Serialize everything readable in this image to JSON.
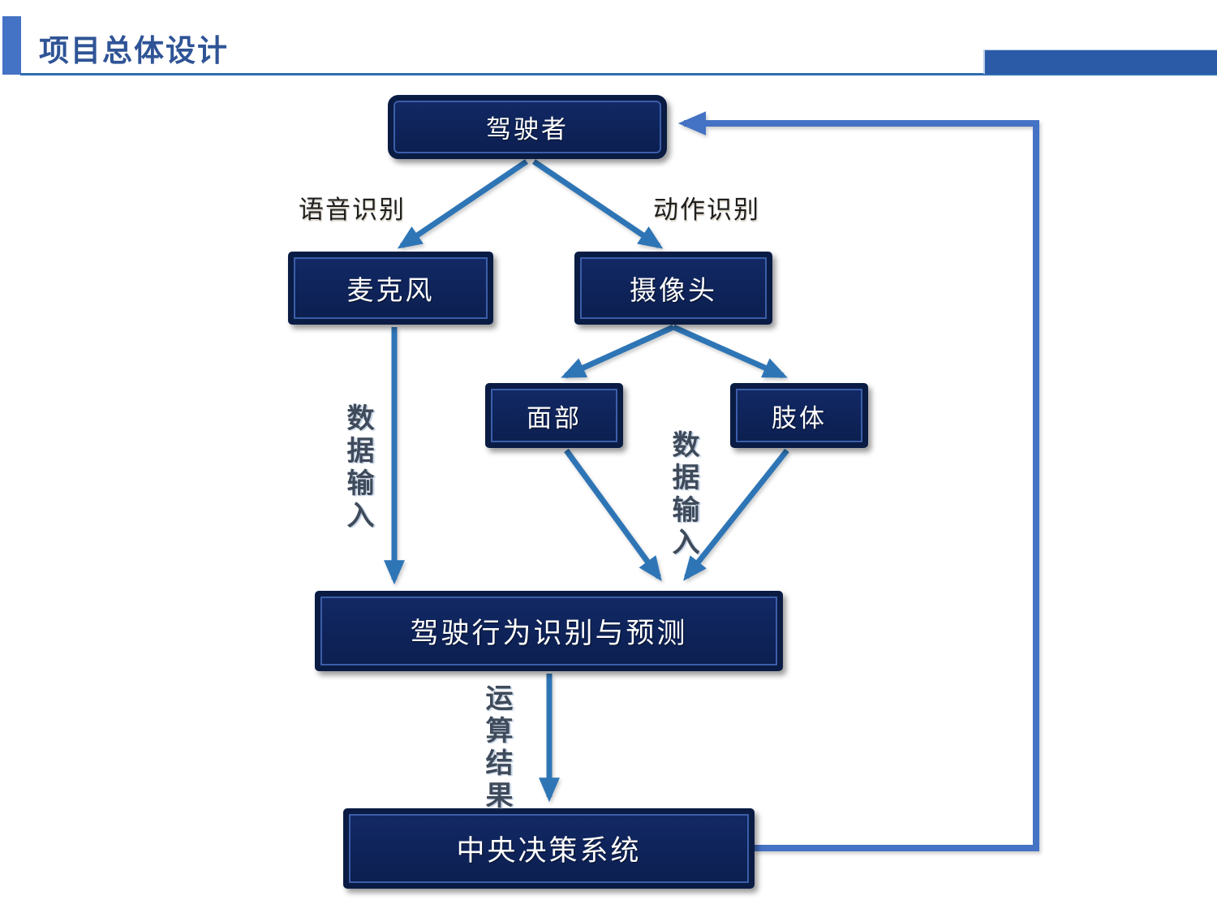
{
  "page": {
    "title": "项目总体设计"
  },
  "diagram": {
    "nodes": {
      "driver": {
        "label": "驾驶者"
      },
      "microphone": {
        "label": "麦克风"
      },
      "camera": {
        "label": "摄像头"
      },
      "face": {
        "label": "面部"
      },
      "limbs": {
        "label": "肢体"
      },
      "behavior": {
        "label": "驾驶行为识别与预测"
      },
      "decision": {
        "label": "中央决策系统"
      }
    },
    "edge_labels": {
      "speech_recognition": "语音识别",
      "motion_recognition": "动作识别",
      "data_input_left": "数据输入",
      "data_input_right": "数据输入",
      "computation_result": "运算结果"
    }
  },
  "colors": {
    "accent_bar": "#4472c4",
    "header_rect": "#2b5ba7",
    "title_text": "#2f5496",
    "underline": "#2e6cb0",
    "node_fill": "#0e2359",
    "node_border": "#0a1c44",
    "node_inner_highlight": "#3b5ea9",
    "node_text": "#ffffff",
    "arrow": "#2e75b6",
    "feedback_arrow": "#4472c4",
    "edge_label_text": "#1f1f1f",
    "vertical_label_text": "#3f4a5a"
  }
}
